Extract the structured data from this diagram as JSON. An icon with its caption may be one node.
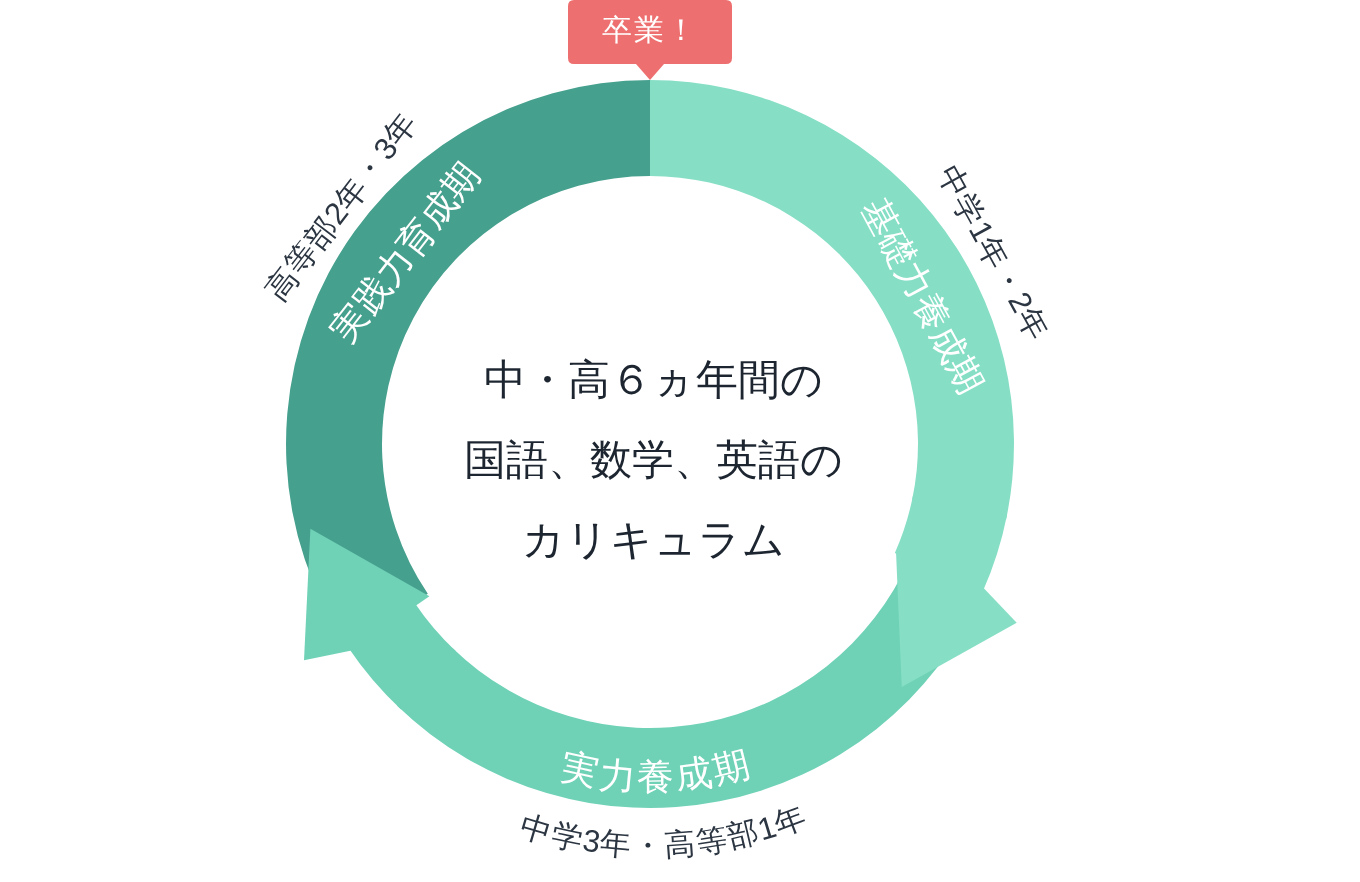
{
  "diagram": {
    "title": "中・高６ヵ年間の国語、数学、英語のカリキュラム",
    "nodes": [
      {
        "text": [
          "卒業！"
        ]
      },
      {
        "text": [
          "実践力育成期"
        ],
        "beside": [
          "高等部2年・3年"
        ]
      },
      {
        "text": [
          "基礎力養成期"
        ],
        "beside": [
          "中学1年・2年"
        ]
      },
      {
        "text": [
          "実力養成期"
        ],
        "beside": [
          "中学3年・高等部1年"
        ]
      }
    ],
    "edges": [
      {
        "from": 2,
        "to": 3,
        "arrow": "to",
        "color": "#86dfc5"
      },
      {
        "from": 3,
        "to": 1,
        "arrow": "to",
        "color": "#6fd2b6"
      }
    ]
  }
}
